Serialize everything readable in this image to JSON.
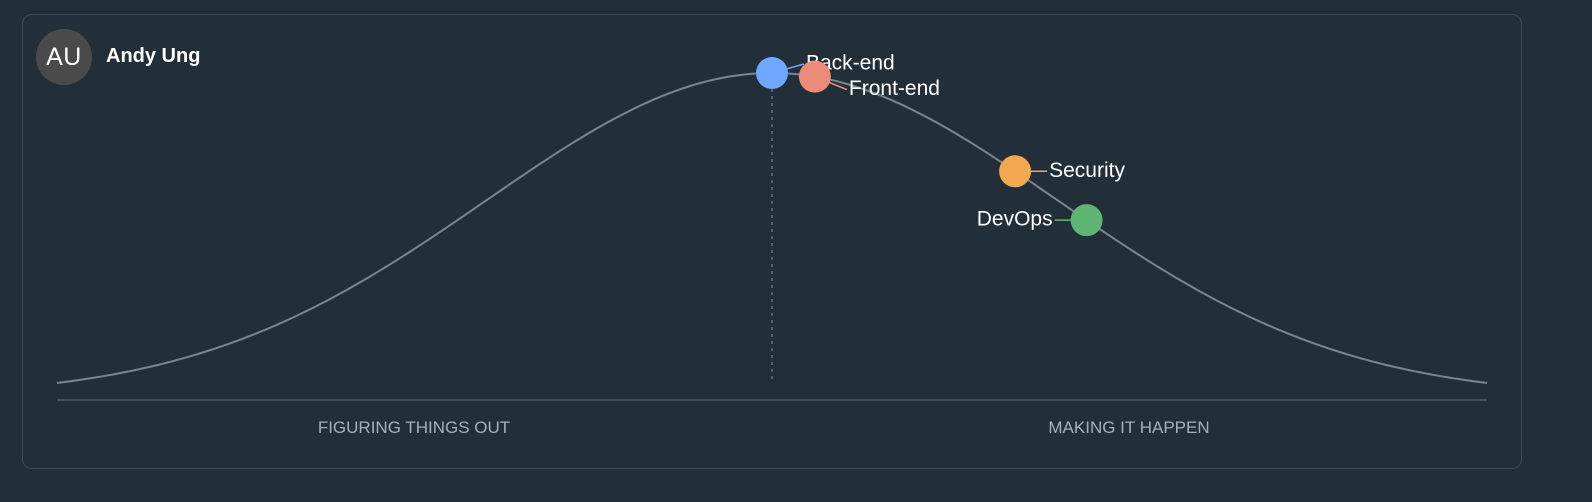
{
  "user": {
    "initials": "AU",
    "name": "Andy Ung"
  },
  "phases": {
    "left": "FIGURING THINGS OUT",
    "right": "MAKING IT HAPPEN"
  },
  "colors": {
    "background": "#232f38",
    "curve": "#7a868f",
    "baseline": "#4d5a63"
  },
  "chart_data": {
    "type": "hill",
    "x_range": [
      0,
      100
    ],
    "series": [
      {
        "name": "Back-end",
        "position": 50,
        "color": "#6ea7fb"
      },
      {
        "name": "Front-end",
        "position": 53,
        "color": "#ec8b77"
      },
      {
        "name": "Security",
        "position": 67,
        "color": "#f3a74e"
      },
      {
        "name": "DevOps",
        "position": 72,
        "color": "#5fb574"
      }
    ]
  }
}
